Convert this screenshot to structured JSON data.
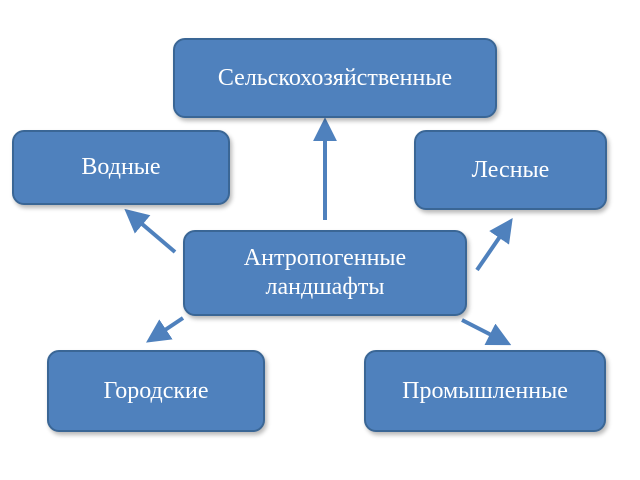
{
  "nodes": {
    "center": "Антропогенные ландшафты",
    "agricultural": "Сельскохозяйственные",
    "water": "Водные",
    "forest": "Лесные",
    "urban": "Городские",
    "industrial": "Промышленные"
  },
  "colors": {
    "box_fill": "#4f81bd",
    "box_border": "#3a6695",
    "arrow": "#4f81bd",
    "text": "#ffffff"
  }
}
